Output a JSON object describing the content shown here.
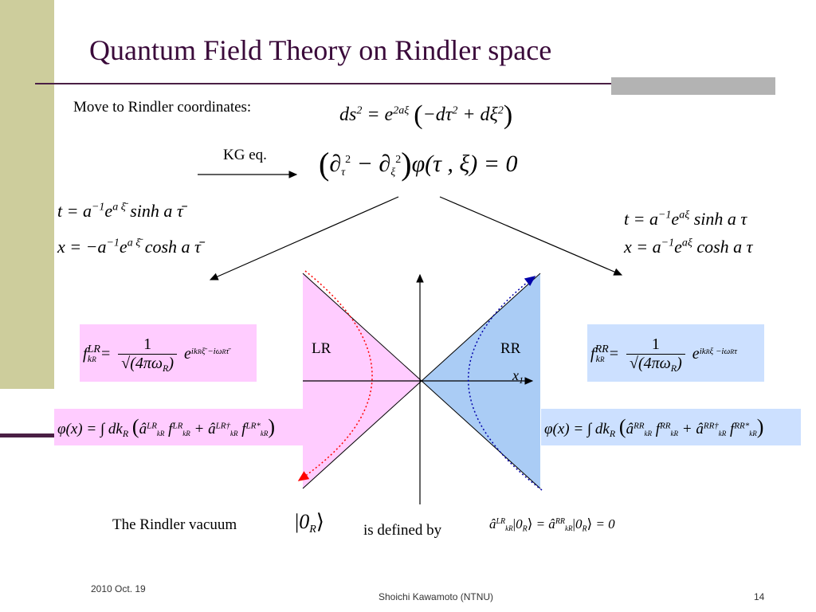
{
  "slide": {
    "title": "Quantum Field Theory on Rindler space",
    "move_text": "Move to Rindler coordinates:",
    "kg_label": "KG eq.",
    "lr_label": "LR",
    "rr_label": "RR",
    "x1_label": "x",
    "x1_sub": "1",
    "vacuum_text": "The Rindler vacuum",
    "defined_text": "is defined by"
  },
  "footer": {
    "date": "2010 Oct. 19",
    "author": "Shoichi Kawamoto (NTNU)",
    "page": "14"
  },
  "colors": {
    "title": "#3a0a3a",
    "left_bar": "#cdcd9c",
    "rule": "#4a1f45",
    "pink_box": "#ffccff",
    "blue_box": "#cce0ff",
    "lr_region": "#ffccff",
    "rr_region": "#aaccf5",
    "lr_curve": "#ff0000",
    "rr_curve": "#0000aa"
  }
}
